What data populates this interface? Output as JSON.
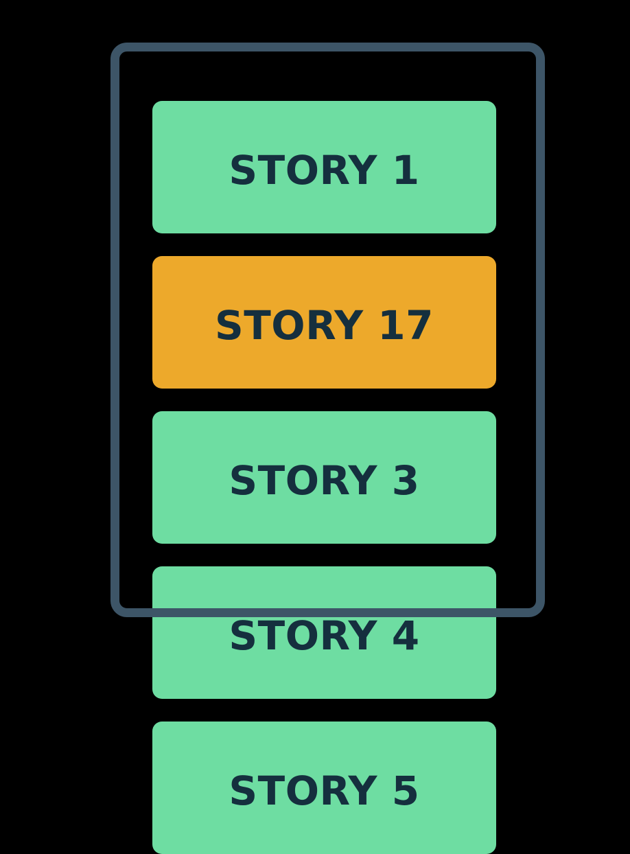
{
  "diagram": {
    "description_visible": false,
    "viewport_frame": {
      "border_color": "#3d5567"
    },
    "cards": [
      {
        "label": "STORY 1",
        "state": "normal",
        "color": "#6edda2"
      },
      {
        "label": "STORY 17",
        "state": "highlighted",
        "color": "#eda92b"
      },
      {
        "label": "STORY 3",
        "state": "normal",
        "color": "#6edda2"
      },
      {
        "label": "STORY 4",
        "state": "normal",
        "color": "#6edda2"
      },
      {
        "label": "STORY 5",
        "state": "normal",
        "color": "#6edda2"
      }
    ],
    "colors": {
      "background": "#000000",
      "card_green": "#6edda2",
      "card_orange": "#eda92b",
      "frame_slate": "#3d5567",
      "label_navy": "#152f3e"
    }
  }
}
